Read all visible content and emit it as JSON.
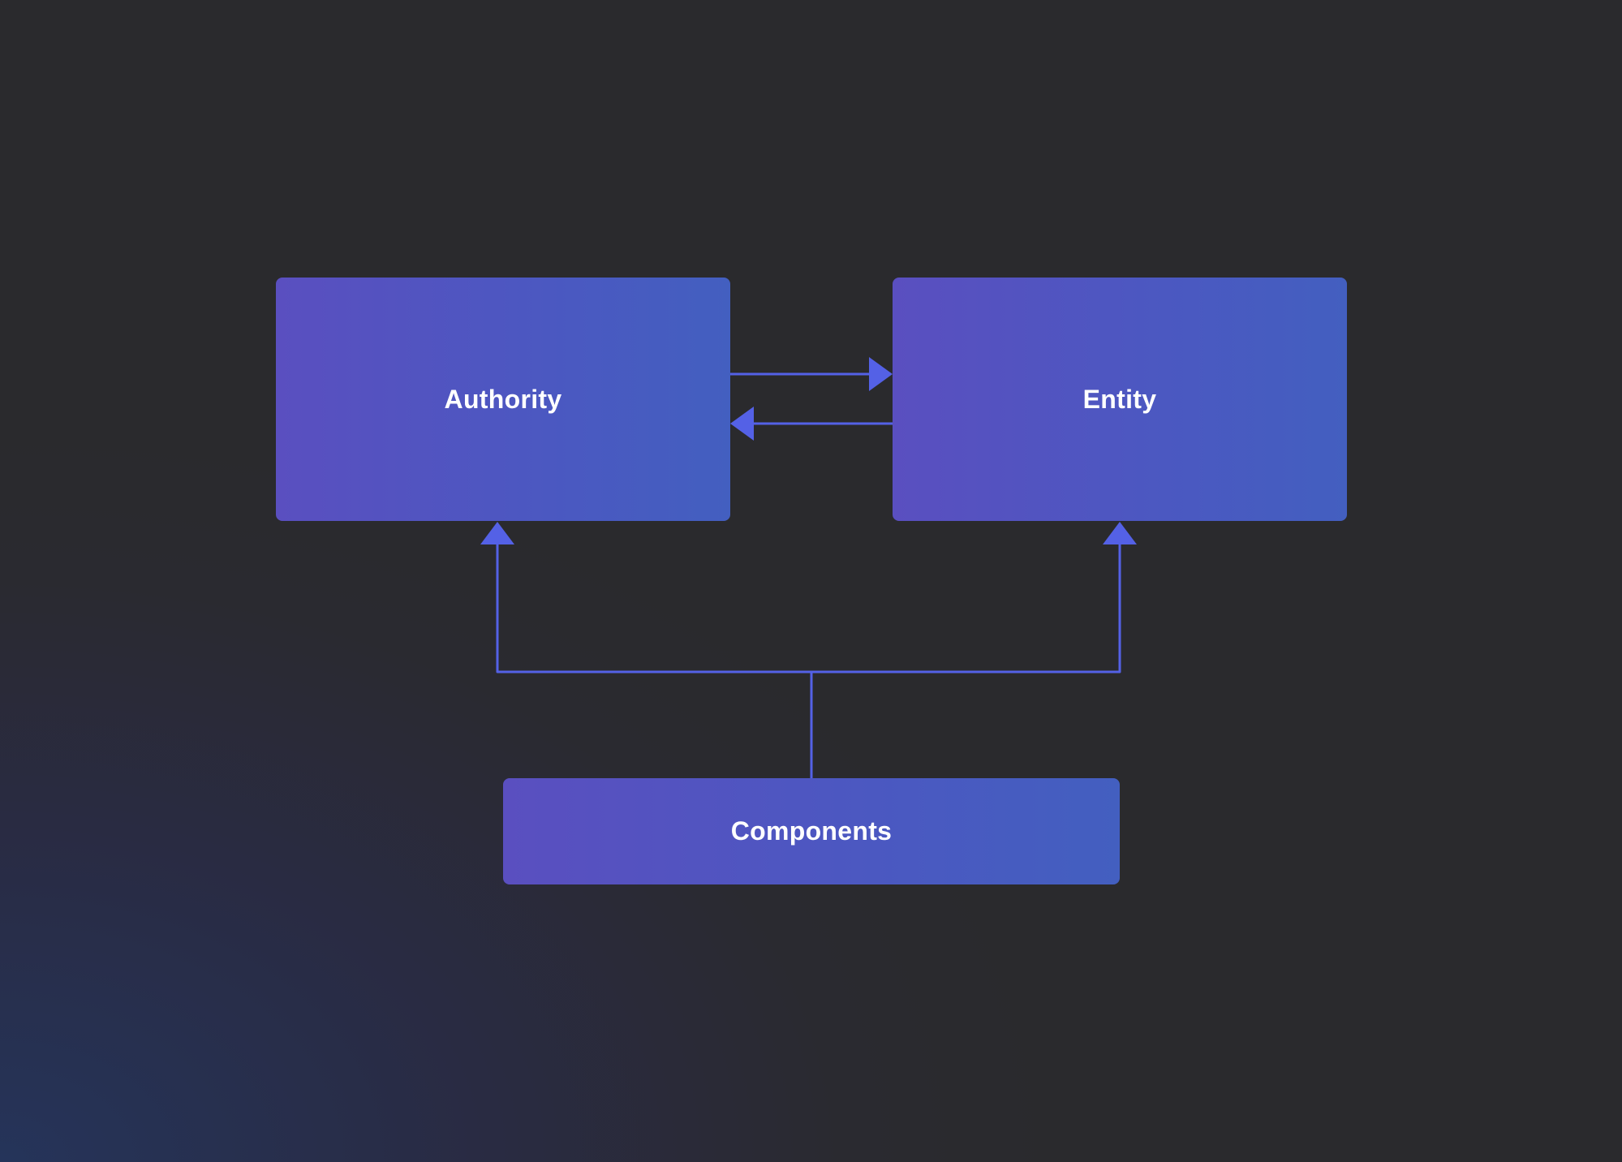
{
  "diagram": {
    "nodes": {
      "authority": {
        "label": "Authority"
      },
      "entity": {
        "label": "Entity"
      },
      "components": {
        "label": "Components"
      }
    },
    "edges": [
      {
        "from": "authority",
        "to": "entity"
      },
      {
        "from": "entity",
        "to": "authority"
      },
      {
        "from": "components",
        "to": "authority"
      },
      {
        "from": "components",
        "to": "entity"
      }
    ],
    "colors": {
      "node_gradient_start": "#5a4fc0",
      "node_gradient_end": "#435fc0",
      "connector": "#5461e6",
      "label": "#ffffff",
      "background": "#2a2a2d"
    }
  }
}
